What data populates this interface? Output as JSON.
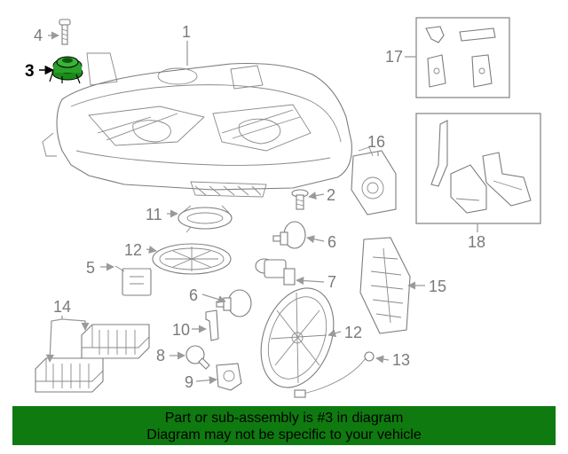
{
  "diagram": {
    "highlighted_part": "3",
    "callouts": [
      "1",
      "2",
      "3",
      "4",
      "5",
      "6",
      "6",
      "7",
      "8",
      "9",
      "10",
      "11",
      "12",
      "12",
      "13",
      "14",
      "15",
      "16",
      "17",
      "18"
    ]
  },
  "banner": {
    "line1": "Part or sub-assembly is #3 in diagram",
    "line2": "Diagram may not be specific to your vehicle",
    "color": "#0f7a0f"
  }
}
